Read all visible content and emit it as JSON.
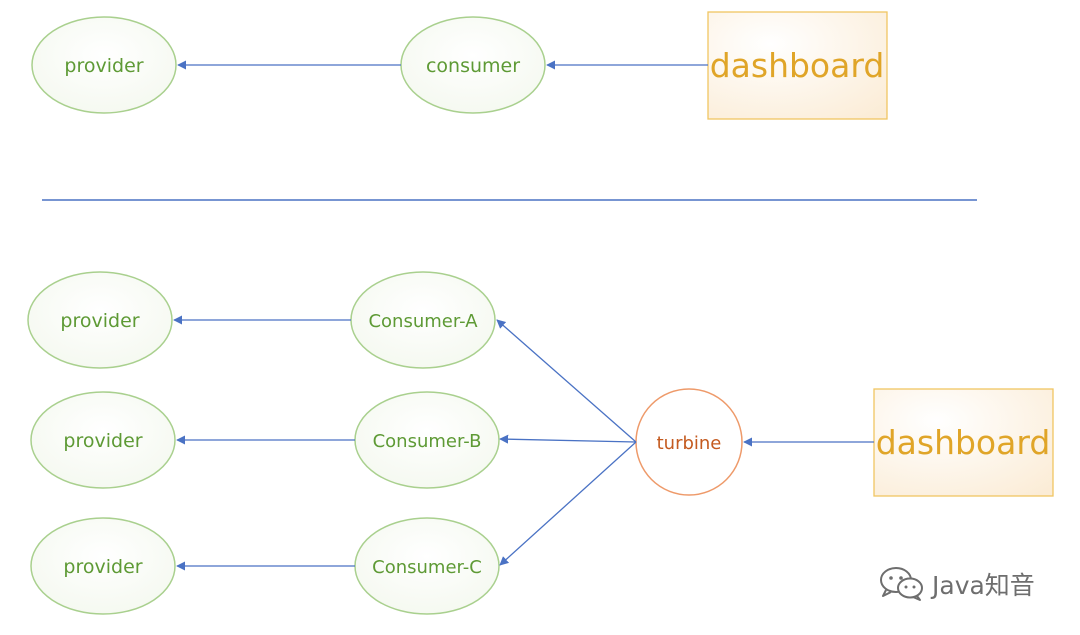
{
  "colors": {
    "node_green_fill": "#f3f8ee",
    "node_green_stroke": "#a9d08e",
    "node_green_text": "#5e9a35",
    "dashboard_fill": "#fdf4e7",
    "dashboard_stroke": "#f0c562",
    "dashboard_text": "#e0a528",
    "turbine_stroke": "#ee9a6a",
    "turbine_text": "#c45a1f",
    "arrow": "#4a72c4",
    "divider": "#4a72c4",
    "watermark": "#6e6e6e"
  },
  "top": {
    "provider": "provider",
    "consumer": "consumer",
    "dashboard": "dashboard"
  },
  "bottom": {
    "providers": [
      "provider",
      "provider",
      "provider"
    ],
    "consumers": [
      "Consumer-A",
      "Consumer-B",
      "Consumer-C"
    ],
    "turbine": "turbine",
    "dashboard": "dashboard"
  },
  "watermark": {
    "text": "Java知音",
    "icon": "wechat-icon"
  }
}
